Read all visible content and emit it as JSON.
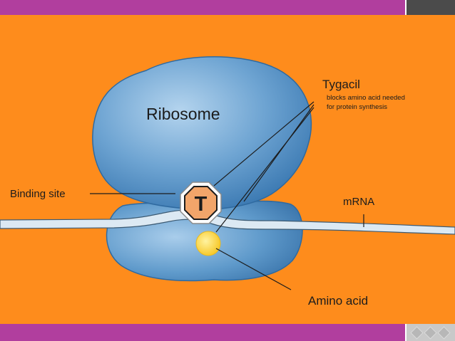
{
  "diagram": {
    "ribosome_label": "Ribosome",
    "drug_name": "Tygacil",
    "drug_description_line1": "blocks amino acid needed",
    "drug_description_line2": "for protein synthesis",
    "binding_site_label": "Binding site",
    "mrna_label": "mRNA",
    "amino_acid_label": "Amino acid",
    "drug_symbol": "T"
  },
  "colors": {
    "background": "#fe8c1c",
    "accent_bar": "#b13e9e",
    "ribosome": "#5b97c9",
    "amino_acid": "#fcd33a",
    "drug_octagon": "#f2a56a"
  }
}
